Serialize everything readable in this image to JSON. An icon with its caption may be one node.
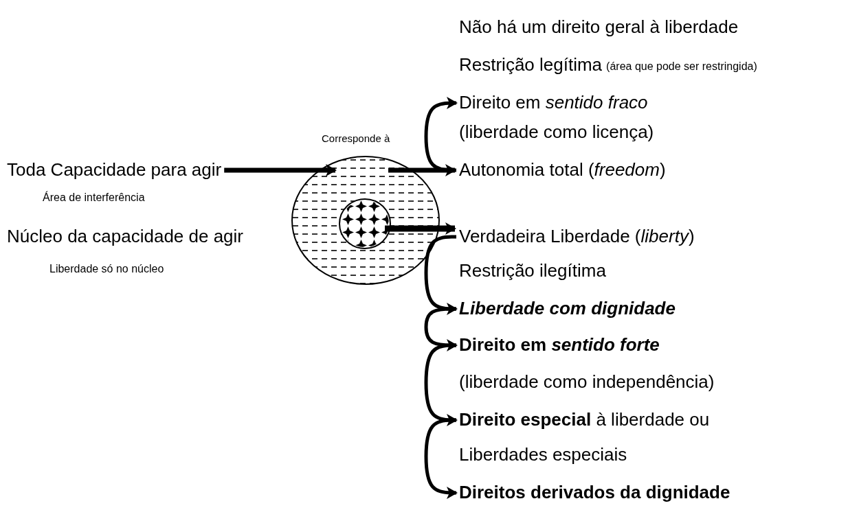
{
  "diagram": {
    "nodes": [
      {
        "text": [
          "Toda Capacidade para agir"
        ]
      },
      {
        "text": [],
        "shape": "circle"
      },
      {
        "text": [],
        "shape": "circle",
        "in": 1
      },
      {
        "text": [
          "Direito em *sentido fraco*"
        ]
      },
      {
        "text": [
          "Autonomia total (*freedom*)"
        ]
      },
      {
        "text": [
          "Verdadeira Liberdade (*liberty*)"
        ]
      },
      {
        "text": [
          "Liberdade com dignidade"
        ]
      },
      {
        "text": [
          "Direito em *sentido forte*"
        ]
      },
      {
        "text": [
          "**Direito especial** à liberdade ou"
        ]
      },
      {
        "text": [
          "Direitos derivados da dignidade"
        ]
      }
    ],
    "edges": [
      {
        "from": 0,
        "to": 1,
        "arrow": "to"
      },
      {
        "from": 1,
        "to": 4,
        "arrow": "to"
      },
      {
        "from": 2,
        "to": 5,
        "arrow": "to",
        "style": "thick"
      },
      {
        "from": 4,
        "to": 3,
        "arrow": "to"
      },
      {
        "from": 5,
        "to": 6,
        "arrow": "to"
      },
      {
        "from": 6,
        "to": 7,
        "arrow": "to"
      },
      {
        "from": 7,
        "to": 8,
        "arrow": "to"
      },
      {
        "from": 8,
        "to": 9,
        "arrow": "to"
      }
    ],
    "labels": [
      "Não há um direito geral à liberdade",
      "Restrição legítima",
      "(área que pode ser restringida)",
      "Corresponde à",
      "(liberdade como licença)",
      "Área de interferência",
      "Núcleo da capacidade de agir",
      "Liberdade só no núcleo",
      "Restrição ilegítima",
      "(liberdade como independência)",
      "Liberdades especiais"
    ]
  }
}
